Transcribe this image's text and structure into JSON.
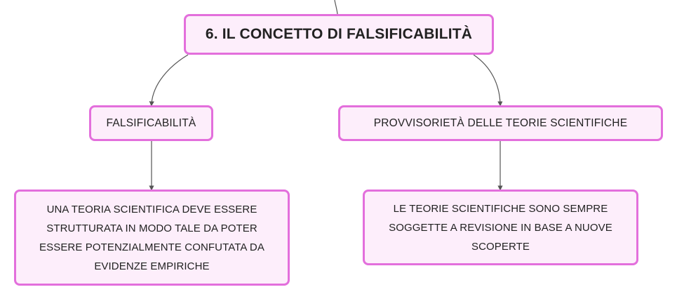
{
  "root": {
    "label": "6. IL CONCETTO DI FALSIFICABILITÀ"
  },
  "branches": [
    {
      "label": "FALSIFICABILITÀ",
      "detail": "UNA TEORIA SCIENTIFICA DEVE ESSERE STRUTTURATA IN MODO TALE DA POTER ESSERE POTENZIALMENTE CONFUTATA DA EVIDENZE EMPIRICHE"
    },
    {
      "label": "PROVVISORIETÀ DELLE TEORIE SCIENTIFICHE",
      "detail": "LE TEORIE SCIENTIFICHE SONO SEMPRE SOGGETTE A REVISIONE IN BASE A NUOVE SCOPERTE"
    }
  ],
  "colors": {
    "node_fill": "#fdeefb",
    "node_border": "#e36fdc",
    "connector": "#555555",
    "text": "#222222"
  }
}
